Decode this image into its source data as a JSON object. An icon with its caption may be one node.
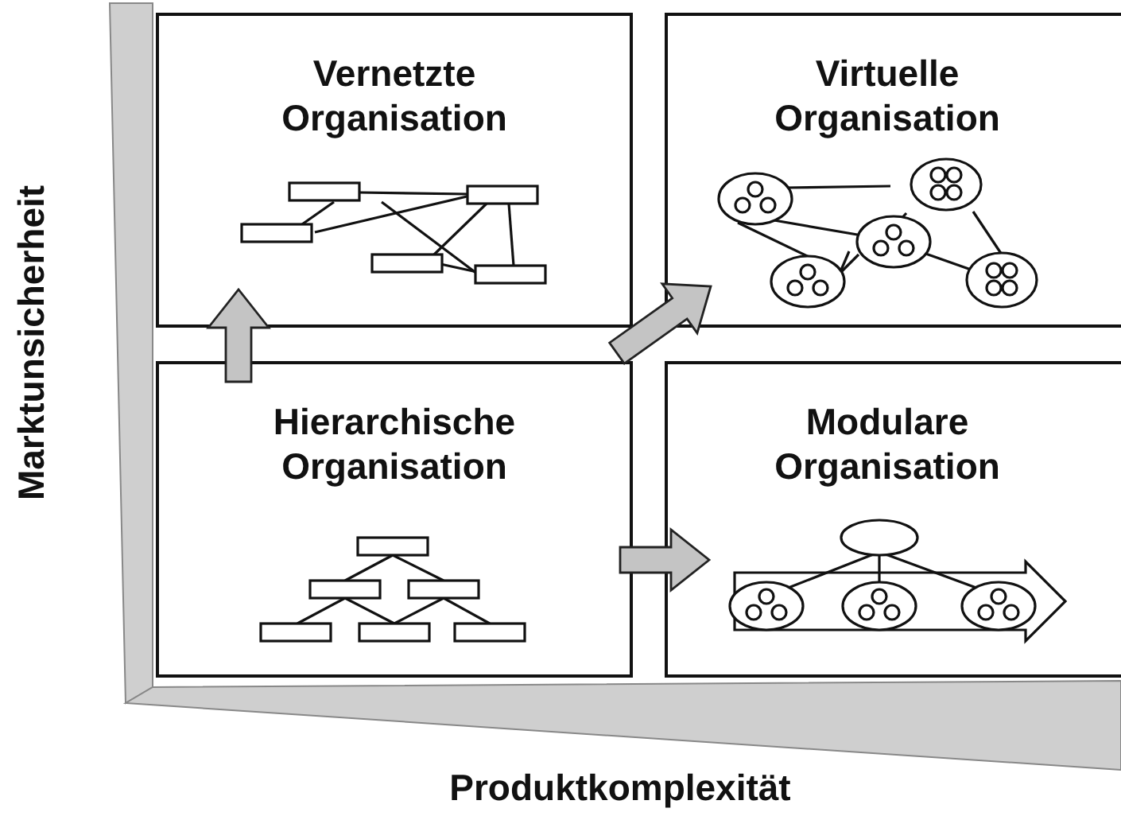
{
  "diagram": {
    "nodes": [
      {
        "text": [
          "Vernetzte Organisation"
        ]
      },
      {
        "text": [
          "Virtuelle Organisation"
        ]
      },
      {
        "text": [
          "Hierarchische Organisation"
        ]
      },
      {
        "text": [
          "Modulare Organisation"
        ]
      }
    ],
    "edges": [
      {
        "from": 2,
        "to": 0,
        "arrow": "to",
        "style": "thick"
      },
      {
        "from": 2,
        "to": 1,
        "arrow": "to",
        "style": "thick"
      },
      {
        "from": 2,
        "to": 3,
        "arrow": "to",
        "style": "thick"
      }
    ],
    "labels": [
      "Marktunsicherheit",
      "Produktkomplexität"
    ]
  }
}
